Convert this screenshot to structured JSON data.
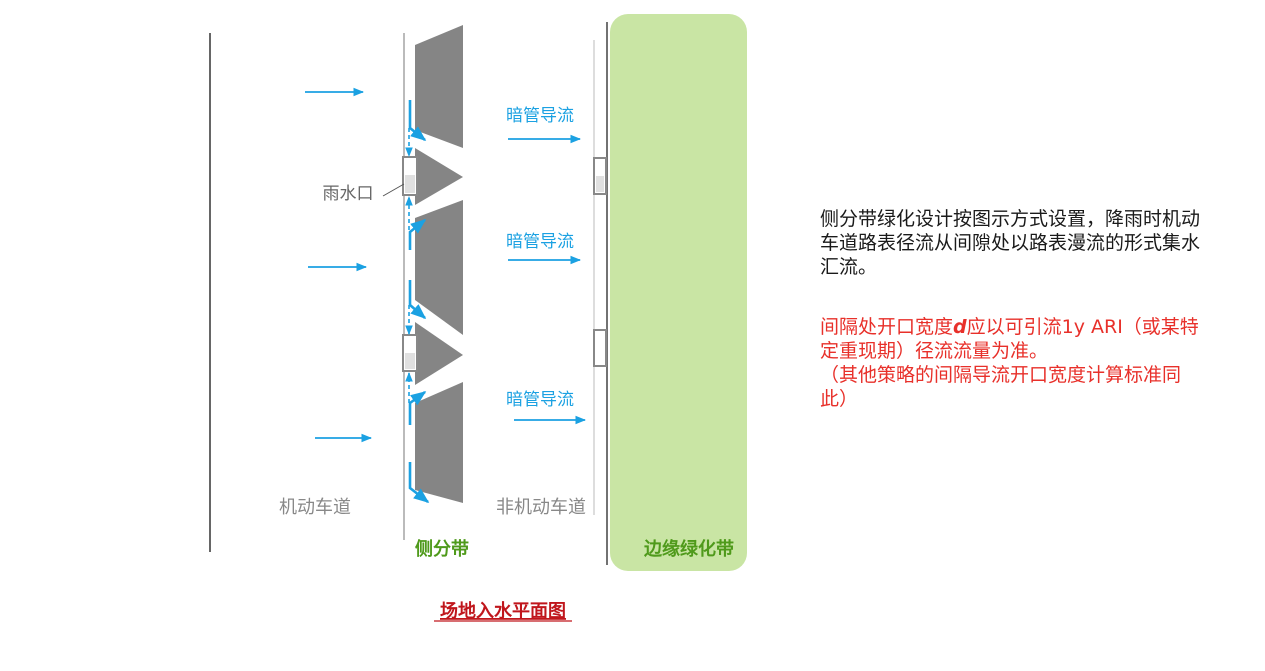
{
  "diagram": {
    "labels": {
      "motor_lane": "机动车道",
      "side_divider": "侧分带",
      "non_motor_lane": "非机动车道",
      "edge_green_belt": "边缘绿化带",
      "rain_inlet": "雨水口",
      "pipe_flow": "暗管导流"
    },
    "caption": "场地入水平面图",
    "colors": {
      "flow_arrow": "#1ba1e2",
      "planter_gray": "#858585",
      "green_belt": "#c9e5a4",
      "green_text": "#4f9a1b",
      "caption_red": "#c0161c"
    }
  },
  "description": {
    "main": "侧分带绿化设计按图示方式设置，降雨时机动车道路表径流从间隙处以路表漫流的形式集水汇流。",
    "note_prefix": "间隔处开口宽度",
    "note_var": "d",
    "note_suffix": "应以可引流1y ARI（或某特定重现期）径流流量为准。",
    "note2": "（其他策略的间隔导流开口宽度计算标准同此）"
  }
}
